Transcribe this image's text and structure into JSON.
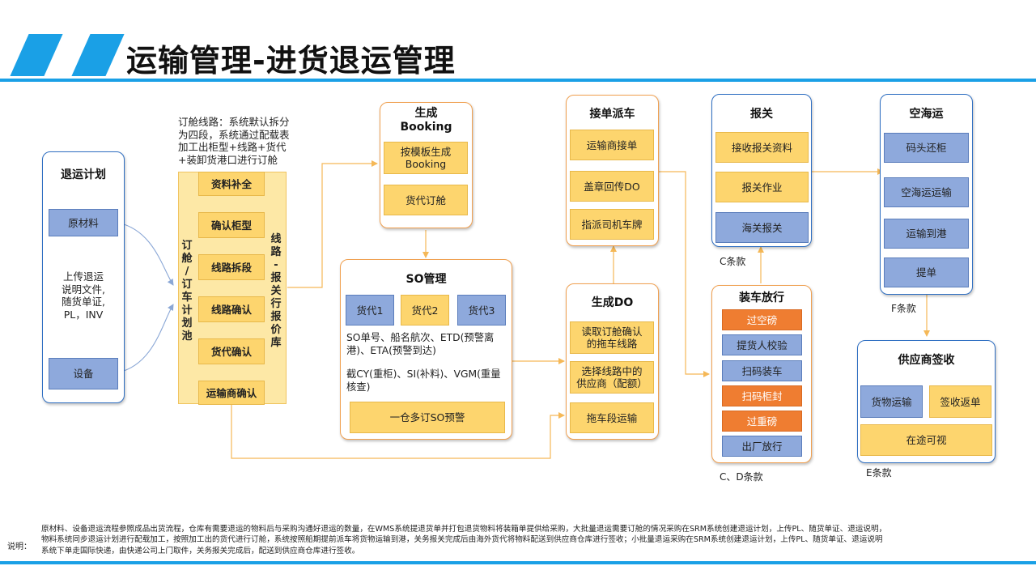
{
  "header": {
    "title": "运输管理-进货退运管理"
  },
  "plan": {
    "title": "退运计划",
    "item1": "原材料",
    "item2": "设备",
    "desc": [
      "上传退运",
      "说明文件,",
      "随货单证,",
      "PL，INV"
    ]
  },
  "routing": {
    "note": [
      "订舱线路：系统默认拆分",
      "为四段，系统通过配载表",
      "加工出柜型+线路+货代",
      "+装卸货港口进行订舱"
    ],
    "left_label": [
      "订",
      "舱",
      "/",
      "订",
      "车",
      "计",
      "划",
      "池"
    ],
    "right_label": [
      "线",
      "路",
      "-",
      "报",
      "关",
      "行",
      "报",
      "价",
      "库"
    ],
    "steps": [
      "资料补全",
      "确认柜型",
      "线路拆段",
      "线路确认",
      "货代确认",
      "运输商确认"
    ]
  },
  "booking": {
    "title": [
      "生成",
      "Booking"
    ],
    "step1": [
      "按模板生成",
      "Booking"
    ],
    "step2": "货代订舱"
  },
  "so": {
    "title": "SO管理",
    "agents": [
      "货代1",
      "货代2",
      "货代3"
    ],
    "text1": [
      "SO单号、船名航次、ETD(预警离",
      "港)、ETA(预警到达)"
    ],
    "text2": [
      "截CY(重柜)、SI(补料)、VGM(重量",
      "核查)"
    ],
    "action": "一仓多订SO预警"
  },
  "dispatch": {
    "title": "接单派车",
    "steps": [
      "运输商接单",
      "盖章回传DO",
      "指派司机车牌"
    ]
  },
  "do": {
    "title": "生成DO",
    "steps": [
      [
        "读取订舱确认",
        "的拖车线路"
      ],
      [
        "选择线路中的",
        "供应商（配额）"
      ],
      [
        "拖车段运输"
      ]
    ]
  },
  "customs": {
    "title": "报关",
    "steps": [
      "接收报关资料",
      "报关作业",
      "海关报关"
    ],
    "clause": "C条款"
  },
  "loading": {
    "title": "装车放行",
    "steps": [
      "过空磅",
      "提货人校验",
      "扫码装车",
      "扫码柜封",
      "过重磅",
      "出厂放行"
    ],
    "clause": "C、D条款"
  },
  "seaair": {
    "title": "空海运",
    "steps": [
      "码头还柜",
      "空海运运输",
      "运输到港",
      "提单"
    ],
    "clause": "F条款"
  },
  "receipt": {
    "title": "供应商签收",
    "steps": [
      "货物运输",
      "签收返单",
      "在途可视"
    ],
    "clause": "E条款"
  },
  "footer": {
    "label": "说明：",
    "lines": [
      "原材料、设备退运流程参照成品出货流程，仓库有需要退运的物料后与采购沟通好退运的数量，在WMS系统提退货单并打包退货物料将装箱单提供给采购，大批量退运需要订舱的情况采购在SRM系统创建退运计划，上传PL、随货单证、退运说明，",
      "物料系统同步退运计划进行配载加工，按照加工出的货代进行订舱，系统按照船期提前派车将货物运输到港，关务报关完成后由海外货代将物料配送到供应商仓库进行签收；小批量退运采购在SRM系统创建退运计划，上传PL、随货单证、退运说明",
      "系统下单走国际快递，由快递公司上门取件，关务报关完成后，配送到供应商仓库进行签收。"
    ]
  },
  "colors": {
    "accent": "#1aa0e6",
    "yellow": "#fdd56e",
    "blue": "#8ea9dc",
    "orange": "#ef7d31",
    "connector": "#f5b857"
  }
}
